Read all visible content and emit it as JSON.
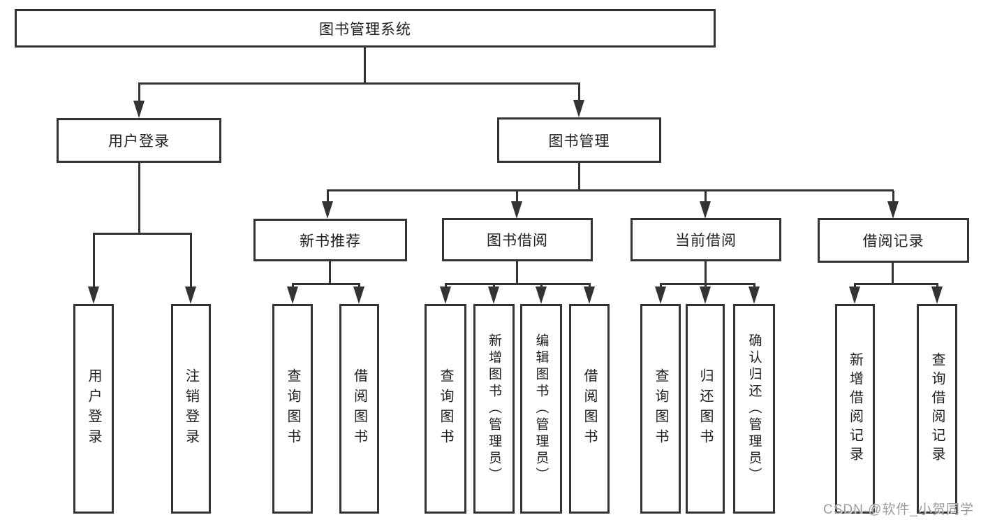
{
  "nodes": {
    "root": "图书管理系统",
    "user_login": "用户登录",
    "book_mgmt": "图书管理",
    "new_book_rec": "新书推荐",
    "book_borrow": "图书借阅",
    "current_borrow": "当前借阅",
    "borrow_records": "借阅记录",
    "leaves": {
      "user_login": [
        "用户登录",
        "注销登录"
      ],
      "new_book_rec": [
        "查询图书",
        "借阅图书"
      ],
      "book_borrow": [
        "查询图书",
        "新增图书（管理员）",
        "编辑图书（管理员）",
        "借阅图书"
      ],
      "current_borrow": [
        "查询图书",
        "归还图书",
        "确认归还（管理员）"
      ],
      "borrow_records": [
        "新增借阅记录",
        "查询借阅记录"
      ]
    }
  },
  "watermark": "CSDN @软件_小贺同学",
  "colors": {
    "line": "#333333",
    "text": "#1f1f1f",
    "background": "#ffffff",
    "watermark": "#9b9b9b"
  }
}
